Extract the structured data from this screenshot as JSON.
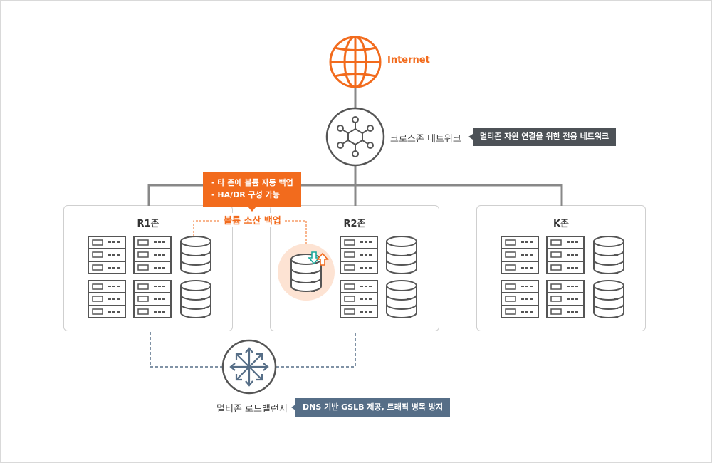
{
  "internet": {
    "label": "Internet"
  },
  "cross_zone": {
    "label": "크로스존 네트워크",
    "tag": "멀티존 자원 연결을 위한 전용 네트워크"
  },
  "zones": [
    {
      "name": "R1존"
    },
    {
      "name": "R2존"
    },
    {
      "name": "K존"
    }
  ],
  "backup": {
    "label": "볼륨 소산 백업",
    "notes": [
      "- 타 존에 볼륨 자동 백업",
      "- HA/DR 구성 가능"
    ]
  },
  "load_balancer": {
    "label": "멀티존 로드밸런서",
    "tag": "DNS 기반 GSLB 제공, 트래픽 병목 방지"
  },
  "colors": {
    "accent": "#f26b1d",
    "icon_stroke": "#555555",
    "line": "#888888",
    "dashed_blue": "#566e87",
    "tag_dark": "#4d5257",
    "tag_blue": "#566e87"
  }
}
